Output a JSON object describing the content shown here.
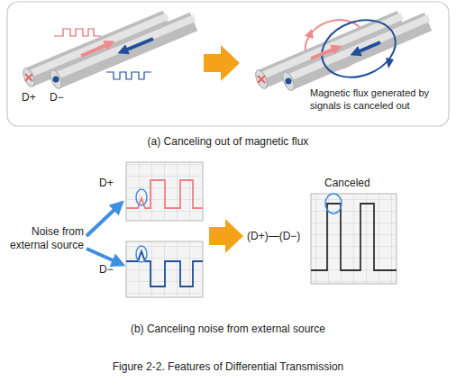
{
  "diagram": {
    "caption": "Figure 2-2. Features of Differential Transmission",
    "labels": [
      "D+",
      "D−",
      "Magnetic flux generated by signals is canceled out",
      "(a) Canceling out of magnetic flux",
      "D+",
      "D−",
      "Noise from external source",
      "(D+)—(D−)",
      "Canceled",
      "(b) Canceling noise from external source"
    ]
  }
}
